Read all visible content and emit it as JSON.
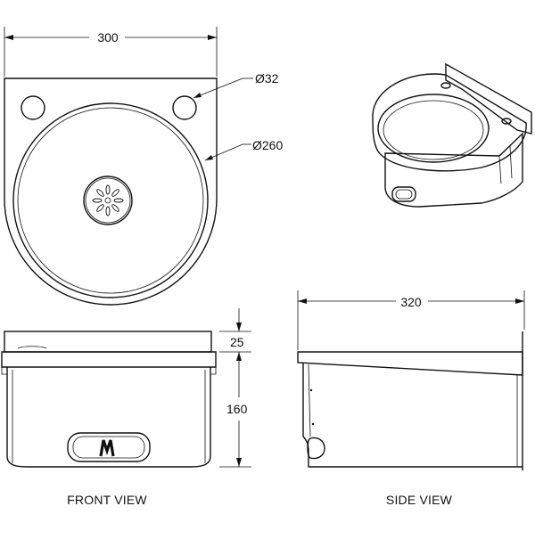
{
  "dimensions": {
    "front_width": "300",
    "tap_hole": "Ø32",
    "bowl_diameter": "Ø260",
    "side_depth": "320",
    "rim_height": "25",
    "body_height": "160"
  },
  "labels": {
    "front_view": "FRONT VIEW",
    "side_view": "SIDE VIEW"
  },
  "colors": {
    "line": "#111111",
    "background": "#ffffff"
  }
}
